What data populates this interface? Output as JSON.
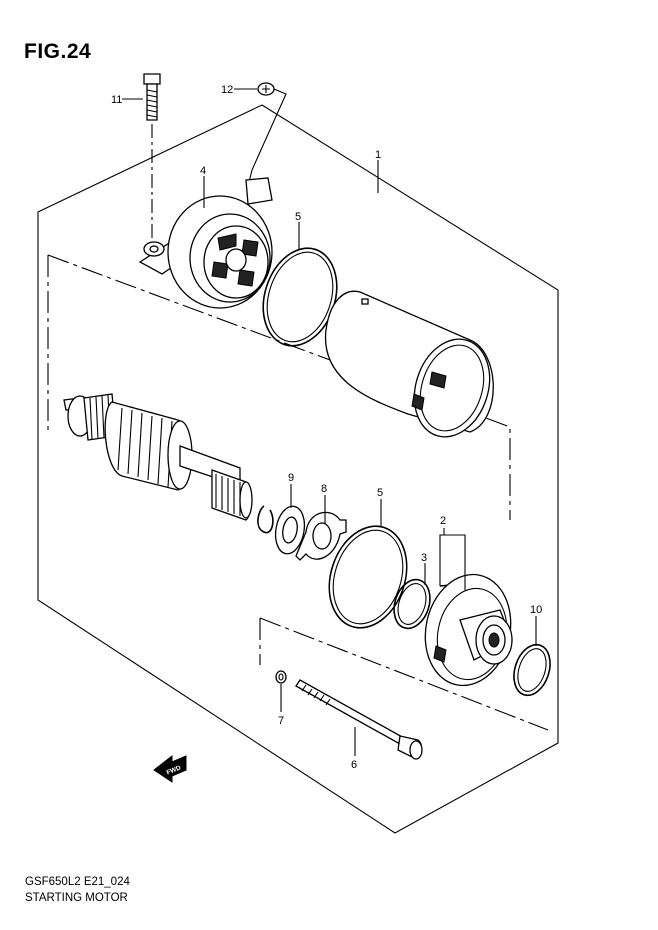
{
  "figure": {
    "title": "FIG.24",
    "code": "GSF650L2 E21_024",
    "name": "STARTING MOTOR"
  },
  "callouts": {
    "c1": "1",
    "c2": "2",
    "c3": "3",
    "c4": "4",
    "c5a": "5",
    "c5b": "5",
    "c6": "6",
    "c7": "7",
    "c8": "8",
    "c9": "9",
    "c10": "10",
    "c11": "11",
    "c12": "12"
  },
  "fwd_arrow": {
    "label": "FWD"
  }
}
